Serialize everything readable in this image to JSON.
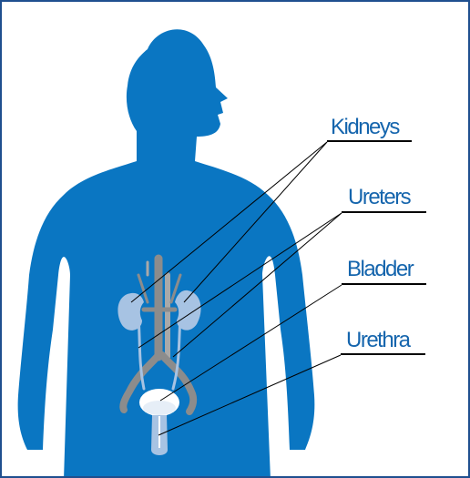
{
  "colors": {
    "body": "#0a76c2",
    "organ": "#a7c3e3",
    "vessel": "#8c8c8c",
    "bladder": "#ffffff",
    "label_text": "#1565ad",
    "frame_border": "#1f4f8f",
    "leader_line": "#000000"
  },
  "labels": {
    "kidneys": "Kidneys",
    "ureters": "Ureters",
    "bladder": "Bladder",
    "urethra": "Urethra"
  }
}
